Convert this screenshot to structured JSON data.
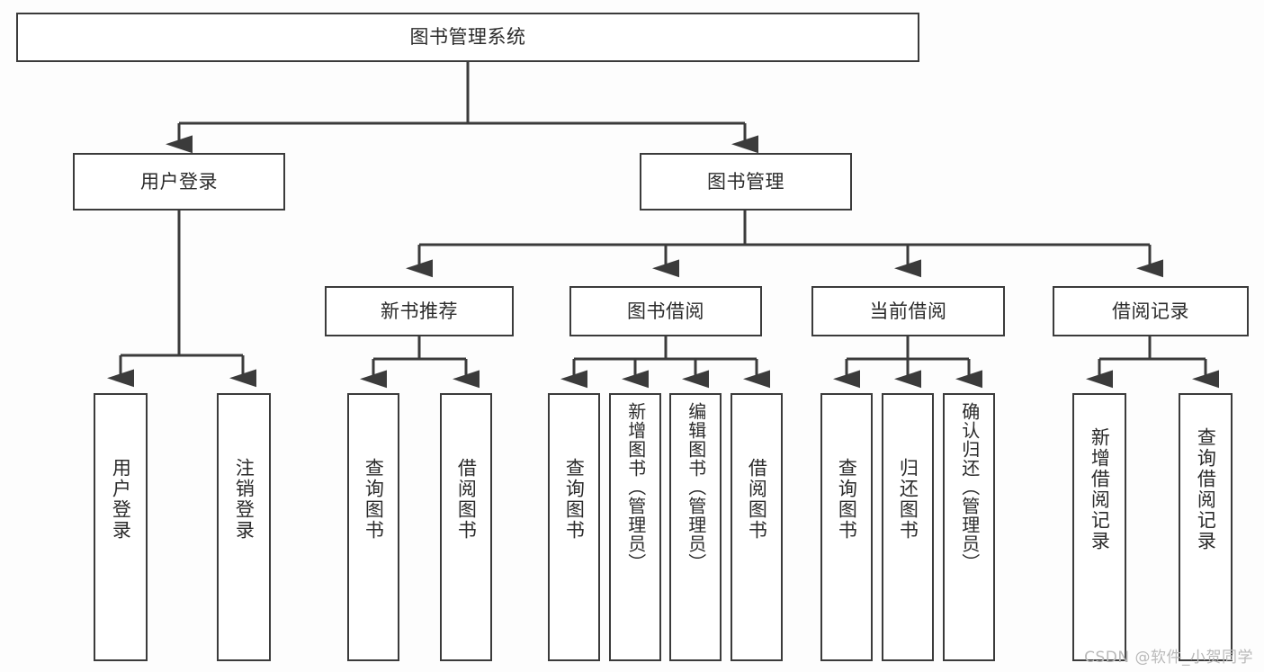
{
  "diagram": {
    "title": "图书管理系统",
    "type": "functional-decomposition-tree",
    "stroke_color": "#3b3b3b",
    "text_color": "#2b2b2b",
    "background_color": "#fdfdfd",
    "watermark": "CSDN @软件_小贺同学"
  },
  "nodes": {
    "root": {
      "label": "图书管理系统"
    },
    "level2": [
      {
        "id": "user-login",
        "label": "用户登录"
      },
      {
        "id": "book-manage",
        "label": "图书管理"
      }
    ],
    "level3": [
      {
        "id": "new-book-recommend",
        "label": "新书推荐"
      },
      {
        "id": "book-borrow",
        "label": "图书借阅"
      },
      {
        "id": "current-borrow",
        "label": "当前借阅"
      },
      {
        "id": "borrow-record",
        "label": "借阅记录"
      }
    ],
    "leaves": {
      "user-login": [
        {
          "id": "leaf-user-login",
          "label": "用户登录"
        },
        {
          "id": "leaf-logout",
          "label": "注销登录"
        }
      ],
      "new-book-recommend": [
        {
          "id": "leaf-query-book-1",
          "label": "查询图书"
        },
        {
          "id": "leaf-borrow-book-1",
          "label": "借阅图书"
        }
      ],
      "book-borrow": [
        {
          "id": "leaf-query-book-2",
          "label": "查询图书"
        },
        {
          "id": "leaf-add-book",
          "label": "新增图书（管理员）"
        },
        {
          "id": "leaf-edit-book",
          "label": "编辑图书（管理员）"
        },
        {
          "id": "leaf-borrow-book-2",
          "label": "借阅图书"
        }
      ],
      "current-borrow": [
        {
          "id": "leaf-query-book-3",
          "label": "查询图书"
        },
        {
          "id": "leaf-return-book",
          "label": "归还图书"
        },
        {
          "id": "leaf-confirm-return",
          "label": "确认归还（管理员）"
        }
      ],
      "borrow-record": [
        {
          "id": "leaf-add-record",
          "label": "新增借阅记录"
        },
        {
          "id": "leaf-query-record",
          "label": "查询借阅记录"
        }
      ]
    }
  }
}
